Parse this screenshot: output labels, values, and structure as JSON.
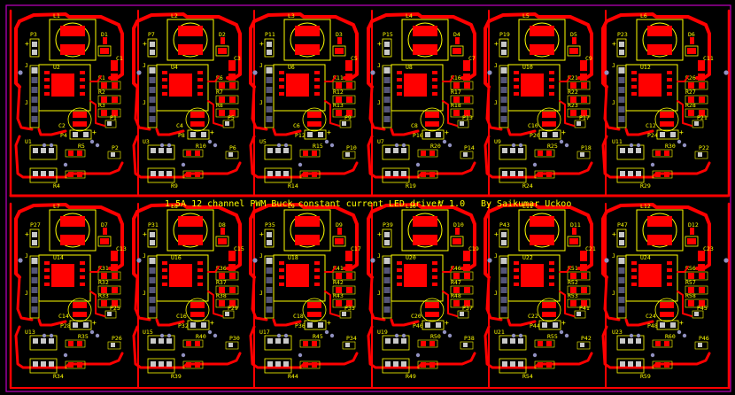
{
  "title_line": "1.5A 12 channel PWM Buck constant current LED driver",
  "version": "V 1.0",
  "author": "By Saikumar Uckoo",
  "colors": {
    "background": "#000000",
    "copper": "#ff0000",
    "silkscreen": "#ffff00",
    "pad_silver": "#c8c8c8",
    "pad_dark": "#555577",
    "via": "#9090c0",
    "board_outline": "#c000c0"
  },
  "channels": [
    {
      "L": "L1",
      "D": "D1",
      "P1": "P3",
      "C1": "C1",
      "U": "U2",
      "C2": "C2",
      "P2": "P4",
      "R1": "R1",
      "R2": "R2",
      "R3": "R3",
      "P3": "P1",
      "Ud": "U1",
      "R4": "R5",
      "P4": "P2",
      "R5": "R4"
    },
    {
      "L": "L2",
      "D": "D2",
      "P1": "P7",
      "C1": "C3",
      "U": "U4",
      "C2": "C4",
      "P2": "P8",
      "R1": "R6",
      "R2": "R7",
      "R3": "R8",
      "P3": "P5",
      "Ud": "U3",
      "R4": "R10",
      "P4": "P6",
      "R5": "R9"
    },
    {
      "L": "L3",
      "D": "D3",
      "P1": "P11",
      "C1": "C5",
      "U": "U6",
      "C2": "C6",
      "P2": "P12",
      "R1": "R11",
      "R2": "R12",
      "R3": "R13",
      "P3": "P9",
      "Ud": "U5",
      "R4": "R15",
      "P4": "P10",
      "R5": "R14"
    },
    {
      "L": "L4",
      "D": "D4",
      "P1": "P15",
      "C1": "C7",
      "U": "U8",
      "C2": "C8",
      "P2": "P16",
      "R1": "R16",
      "R2": "R17",
      "R3": "R18",
      "P3": "P13",
      "Ud": "U7",
      "R4": "R20",
      "P4": "P14",
      "R5": "R19"
    },
    {
      "L": "L5",
      "D": "D5",
      "P1": "P19",
      "C1": "C9",
      "U": "U10",
      "C2": "C10",
      "P2": "P20",
      "R1": "R21",
      "R2": "R22",
      "R3": "R23",
      "P3": "P17",
      "Ud": "U9",
      "R4": "R25",
      "P4": "P18",
      "R5": "R24"
    },
    {
      "L": "L6",
      "D": "D6",
      "P1": "P23",
      "C1": "C11",
      "U": "U12",
      "C2": "C12",
      "P2": "P24",
      "R1": "R26",
      "R2": "R27",
      "R3": "R28",
      "P3": "P21",
      "Ud": "U11",
      "R4": "R30",
      "P4": "P22",
      "R5": "R29"
    },
    {
      "L": "L7",
      "D": "D7",
      "P1": "P27",
      "C1": "C13",
      "U": "U14",
      "C2": "C14",
      "P2": "P28",
      "R1": "R31",
      "R2": "R32",
      "R3": "R33",
      "P3": "P25",
      "Ud": "U13",
      "R4": "R35",
      "P4": "P26",
      "R5": "R34"
    },
    {
      "L": "L8",
      "D": "D8",
      "P1": "P31",
      "C1": "C15",
      "U": "U16",
      "C2": "C16",
      "P2": "P32",
      "R1": "R36",
      "R2": "R37",
      "R3": "R38",
      "P3": "P29",
      "Ud": "U15",
      "R4": "R40",
      "P4": "P30",
      "R5": "R39"
    },
    {
      "L": "L9",
      "D": "D9",
      "P1": "P35",
      "C1": "C17",
      "U": "U18",
      "C2": "C18",
      "P2": "P36",
      "R1": "R41",
      "R2": "R42",
      "R3": "R43",
      "P3": "P33",
      "Ud": "U17",
      "R4": "R45",
      "P4": "P34",
      "R5": "R44"
    },
    {
      "L": "L10",
      "D": "D10",
      "P1": "P39",
      "C1": "C19",
      "U": "U20",
      "C2": "C20",
      "P2": "P40",
      "R1": "R46",
      "R2": "R47",
      "R3": "R48",
      "P3": "P37",
      "Ud": "U19",
      "R4": "R50",
      "P4": "P38",
      "R5": "R49"
    },
    {
      "L": "L11",
      "D": "D11",
      "P1": "P43",
      "C1": "C21",
      "U": "U22",
      "C2": "C22",
      "P2": "P44",
      "R1": "R51",
      "R2": "R52",
      "R3": "R53",
      "P3": "P41",
      "Ud": "U21",
      "R4": "R55",
      "P4": "P42",
      "R5": "R54"
    },
    {
      "L": "L12",
      "D": "D12",
      "P1": "P47",
      "C1": "C23",
      "U": "U24",
      "C2": "C24",
      "P2": "P48",
      "R1": "R56",
      "R2": "R57",
      "R3": "R58",
      "P3": "P45",
      "Ud": "U23",
      "R4": "R60",
      "P4": "P46",
      "R5": "R59"
    }
  ]
}
